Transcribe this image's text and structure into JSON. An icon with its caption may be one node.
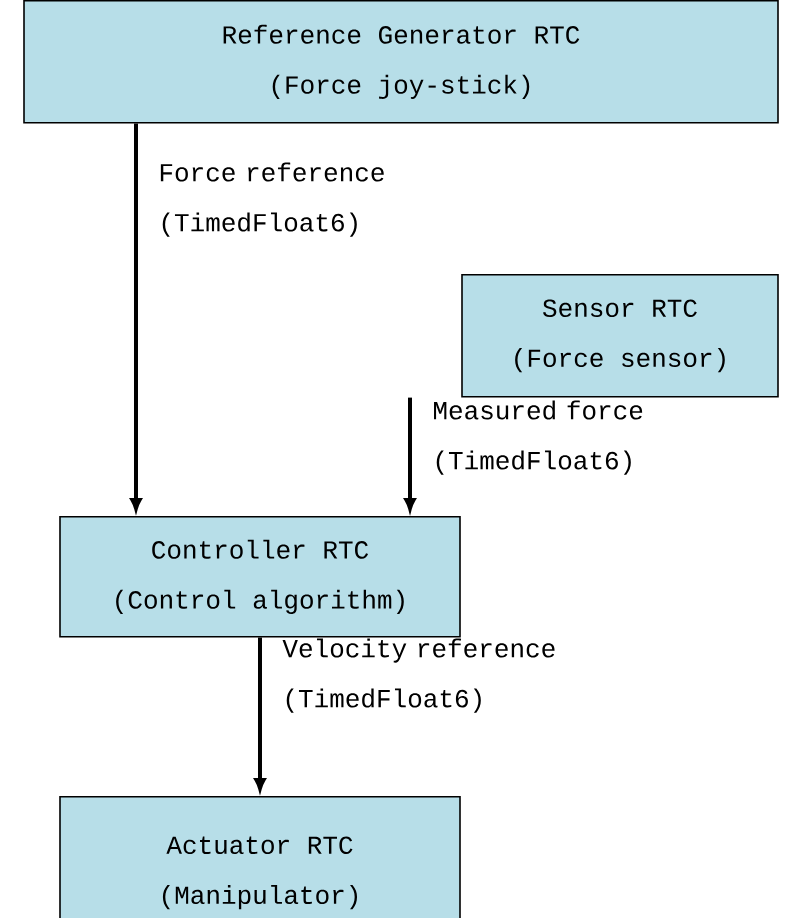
{
  "diagram": {
    "nodes": [
      {
        "text": [
          "Reference Generator RTC",
          "(Force joy-stick)"
        ]
      },
      {
        "text": [
          "Sensor RTC",
          "(Force sensor)"
        ]
      },
      {
        "text": [
          "Controller RTC",
          "(Control algorithm)"
        ]
      },
      {
        "text": [
          "Actuator RTC",
          "(Manipulator)"
        ]
      }
    ],
    "edges": [
      {
        "from": 0,
        "to": 2,
        "arrow": "to",
        "label": "Force reference (TimedFloat6)"
      },
      {
        "from": 1,
        "to": 2,
        "arrow": "to",
        "label": "Measured force (TimedFloat6)"
      },
      {
        "from": 2,
        "to": 3,
        "arrow": "to",
        "label": "Velocity reference (TimedFloat6)"
      }
    ]
  }
}
